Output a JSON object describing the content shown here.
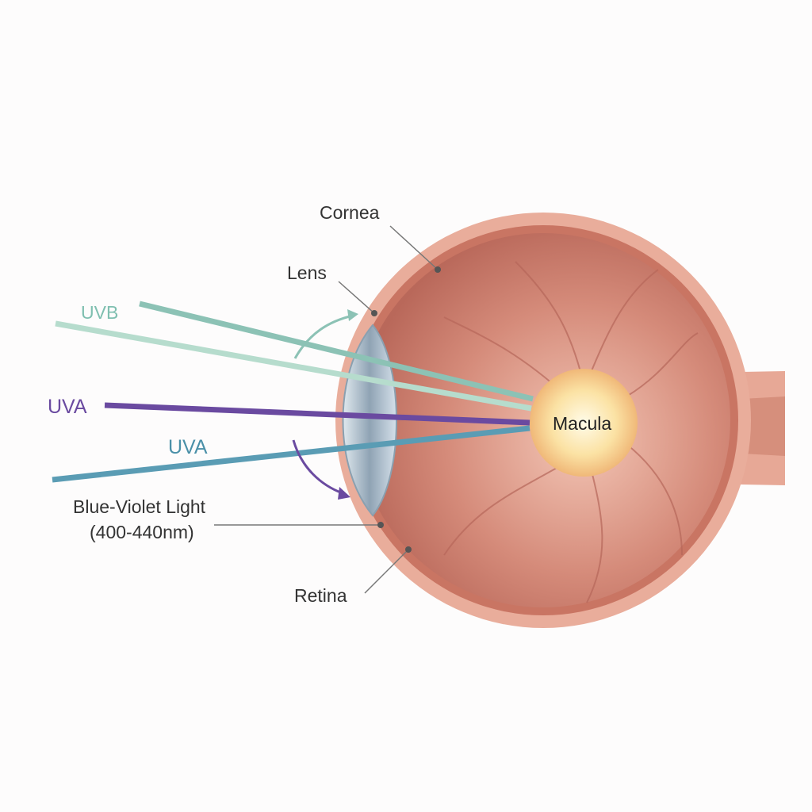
{
  "labels": {
    "cornea": "Cornea",
    "lens": "Lens",
    "uvb": "UVB",
    "uva1": "UVA",
    "uva2": "UVA",
    "blue_violet": "Blue-Violet Light",
    "blue_violet_range": "(400-440nm)",
    "retina": "Retina",
    "macula": "Macula"
  },
  "colors": {
    "uvb": "#7fbfb0",
    "uva_violet": "#6a4aa0",
    "uva_blue": "#4a90a8",
    "eye_outer": "#e3a08f",
    "eye_inner": "#c8705f",
    "macula": "#fbe3a0"
  }
}
